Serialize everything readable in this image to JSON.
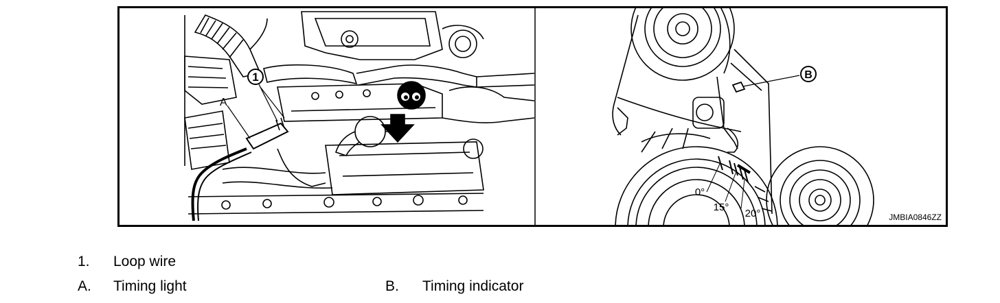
{
  "figure": {
    "left_panel": {
      "callout_1": "1",
      "label_a": "A"
    },
    "right_panel": {
      "callout_b": "B",
      "marks": [
        "0°",
        "15°",
        "20°"
      ]
    },
    "figure_code": "JMBIA0846ZZ"
  },
  "legend": {
    "items": [
      {
        "key": "1.",
        "text": "Loop wire"
      },
      {
        "key": "A.",
        "text": "Timing light"
      },
      {
        "key": "B.",
        "text": "Timing indicator"
      }
    ]
  }
}
